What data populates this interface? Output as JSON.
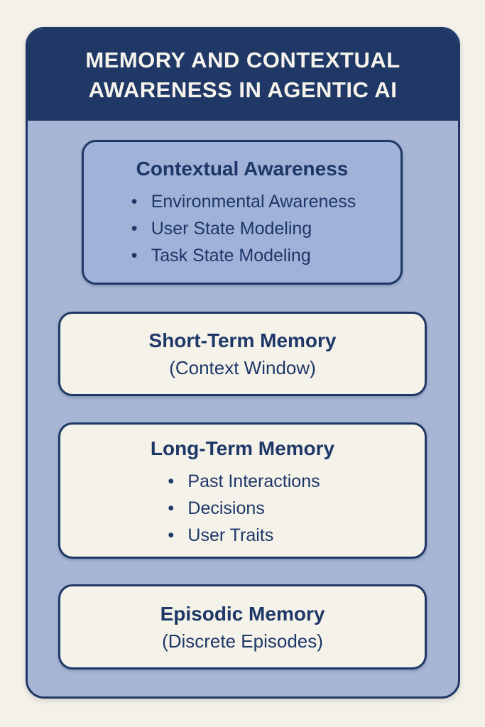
{
  "title": "MEMORY AND CONTEXTUAL AWARENESS IN AGENTIC AI",
  "colors": {
    "background": "#f4f1ea",
    "navy": "#1f3866",
    "panel_blue": "#a7b6d4",
    "box_blue": "#a0b2d8",
    "box_cream": "#f5f2ea",
    "text_navy": "#1d3767",
    "header_text": "#f6f3ec"
  },
  "boxes": [
    {
      "id": "contextual-awareness",
      "title": "Contextual Awareness",
      "bullets": [
        "Environmental Awareness",
        "User State Modeling",
        "Task State Modeling"
      ]
    },
    {
      "id": "short-term-memory",
      "title": "Short-Term Memory",
      "subtitle": "(Context Window)"
    },
    {
      "id": "long-term-memory",
      "title": "Long-Term Memory",
      "bullets": [
        "Past Interactions",
        "Decisions",
        "User Traits"
      ]
    },
    {
      "id": "episodic-memory",
      "title": "Episodic Memory",
      "subtitle": "(Discrete Episodes)"
    }
  ]
}
